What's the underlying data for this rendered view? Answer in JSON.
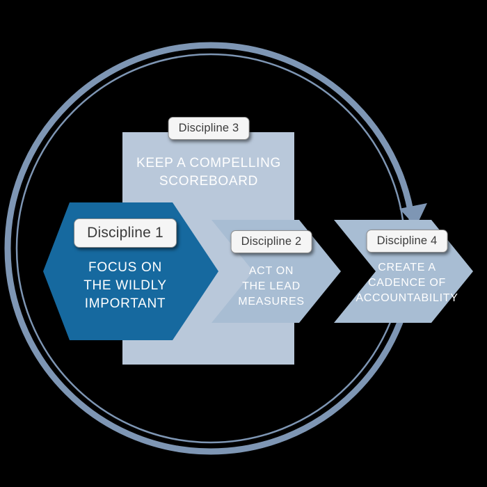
{
  "background": "#000000",
  "colors": {
    "background": "#000000",
    "ring": "#7e96b4",
    "rect_fill": "#b9c8da",
    "chevron_light": "#a8bdd3",
    "chevron_dark": "#16699f",
    "label_bg": "#f5f5f5",
    "label_border": "#8f8f8f",
    "label_text": "#3b3b3b",
    "body_text": "#ffffff"
  },
  "disciplines": {
    "d1": {
      "label": "Discipline 1",
      "text": "FOCUS ON\nTHE WILDLY\nIMPORTANT"
    },
    "d2": {
      "label": "Discipline 2",
      "text": "ACT ON\nTHE LEAD\nMEASURES"
    },
    "d3": {
      "label": "Discipline 3",
      "text": "KEEP A COMPELLING\nSCOREBOARD"
    },
    "d4": {
      "label": "Discipline 4",
      "text": "CREATE A\nCADENCE OF\nACCOUNTABILITY"
    }
  }
}
